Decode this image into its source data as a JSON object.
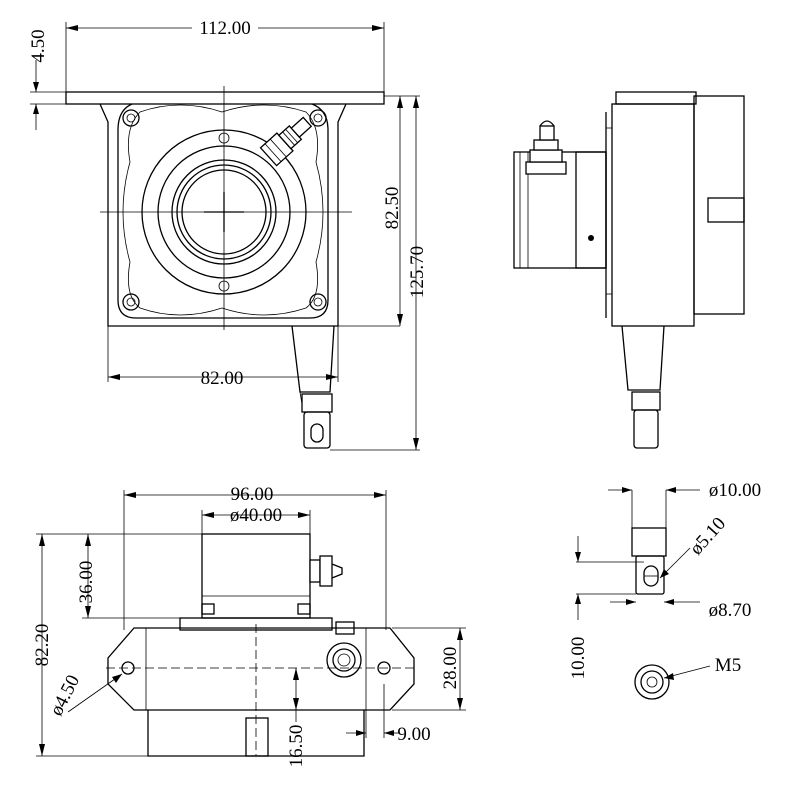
{
  "drawing": {
    "title": "",
    "dimensions": {
      "top_width": "112.00",
      "flange_thickness": "4.50",
      "body_height": "82.50",
      "overall_height": "125.70",
      "body_width": "82.00",
      "bottom_width": "96.00",
      "drum_diameter": "ø40.00",
      "drum_height": "36.00",
      "overall_depth": "82.20",
      "mount_hole": "ø4.50",
      "flange_depth": "28.00",
      "offset_16": "16.50",
      "offset_9": "9.00",
      "eye_outer": "ø10.00",
      "eye_hole": "ø5.10",
      "eye_width": "ø8.70",
      "eye_length": "10.00",
      "thread": "M5"
    }
  }
}
